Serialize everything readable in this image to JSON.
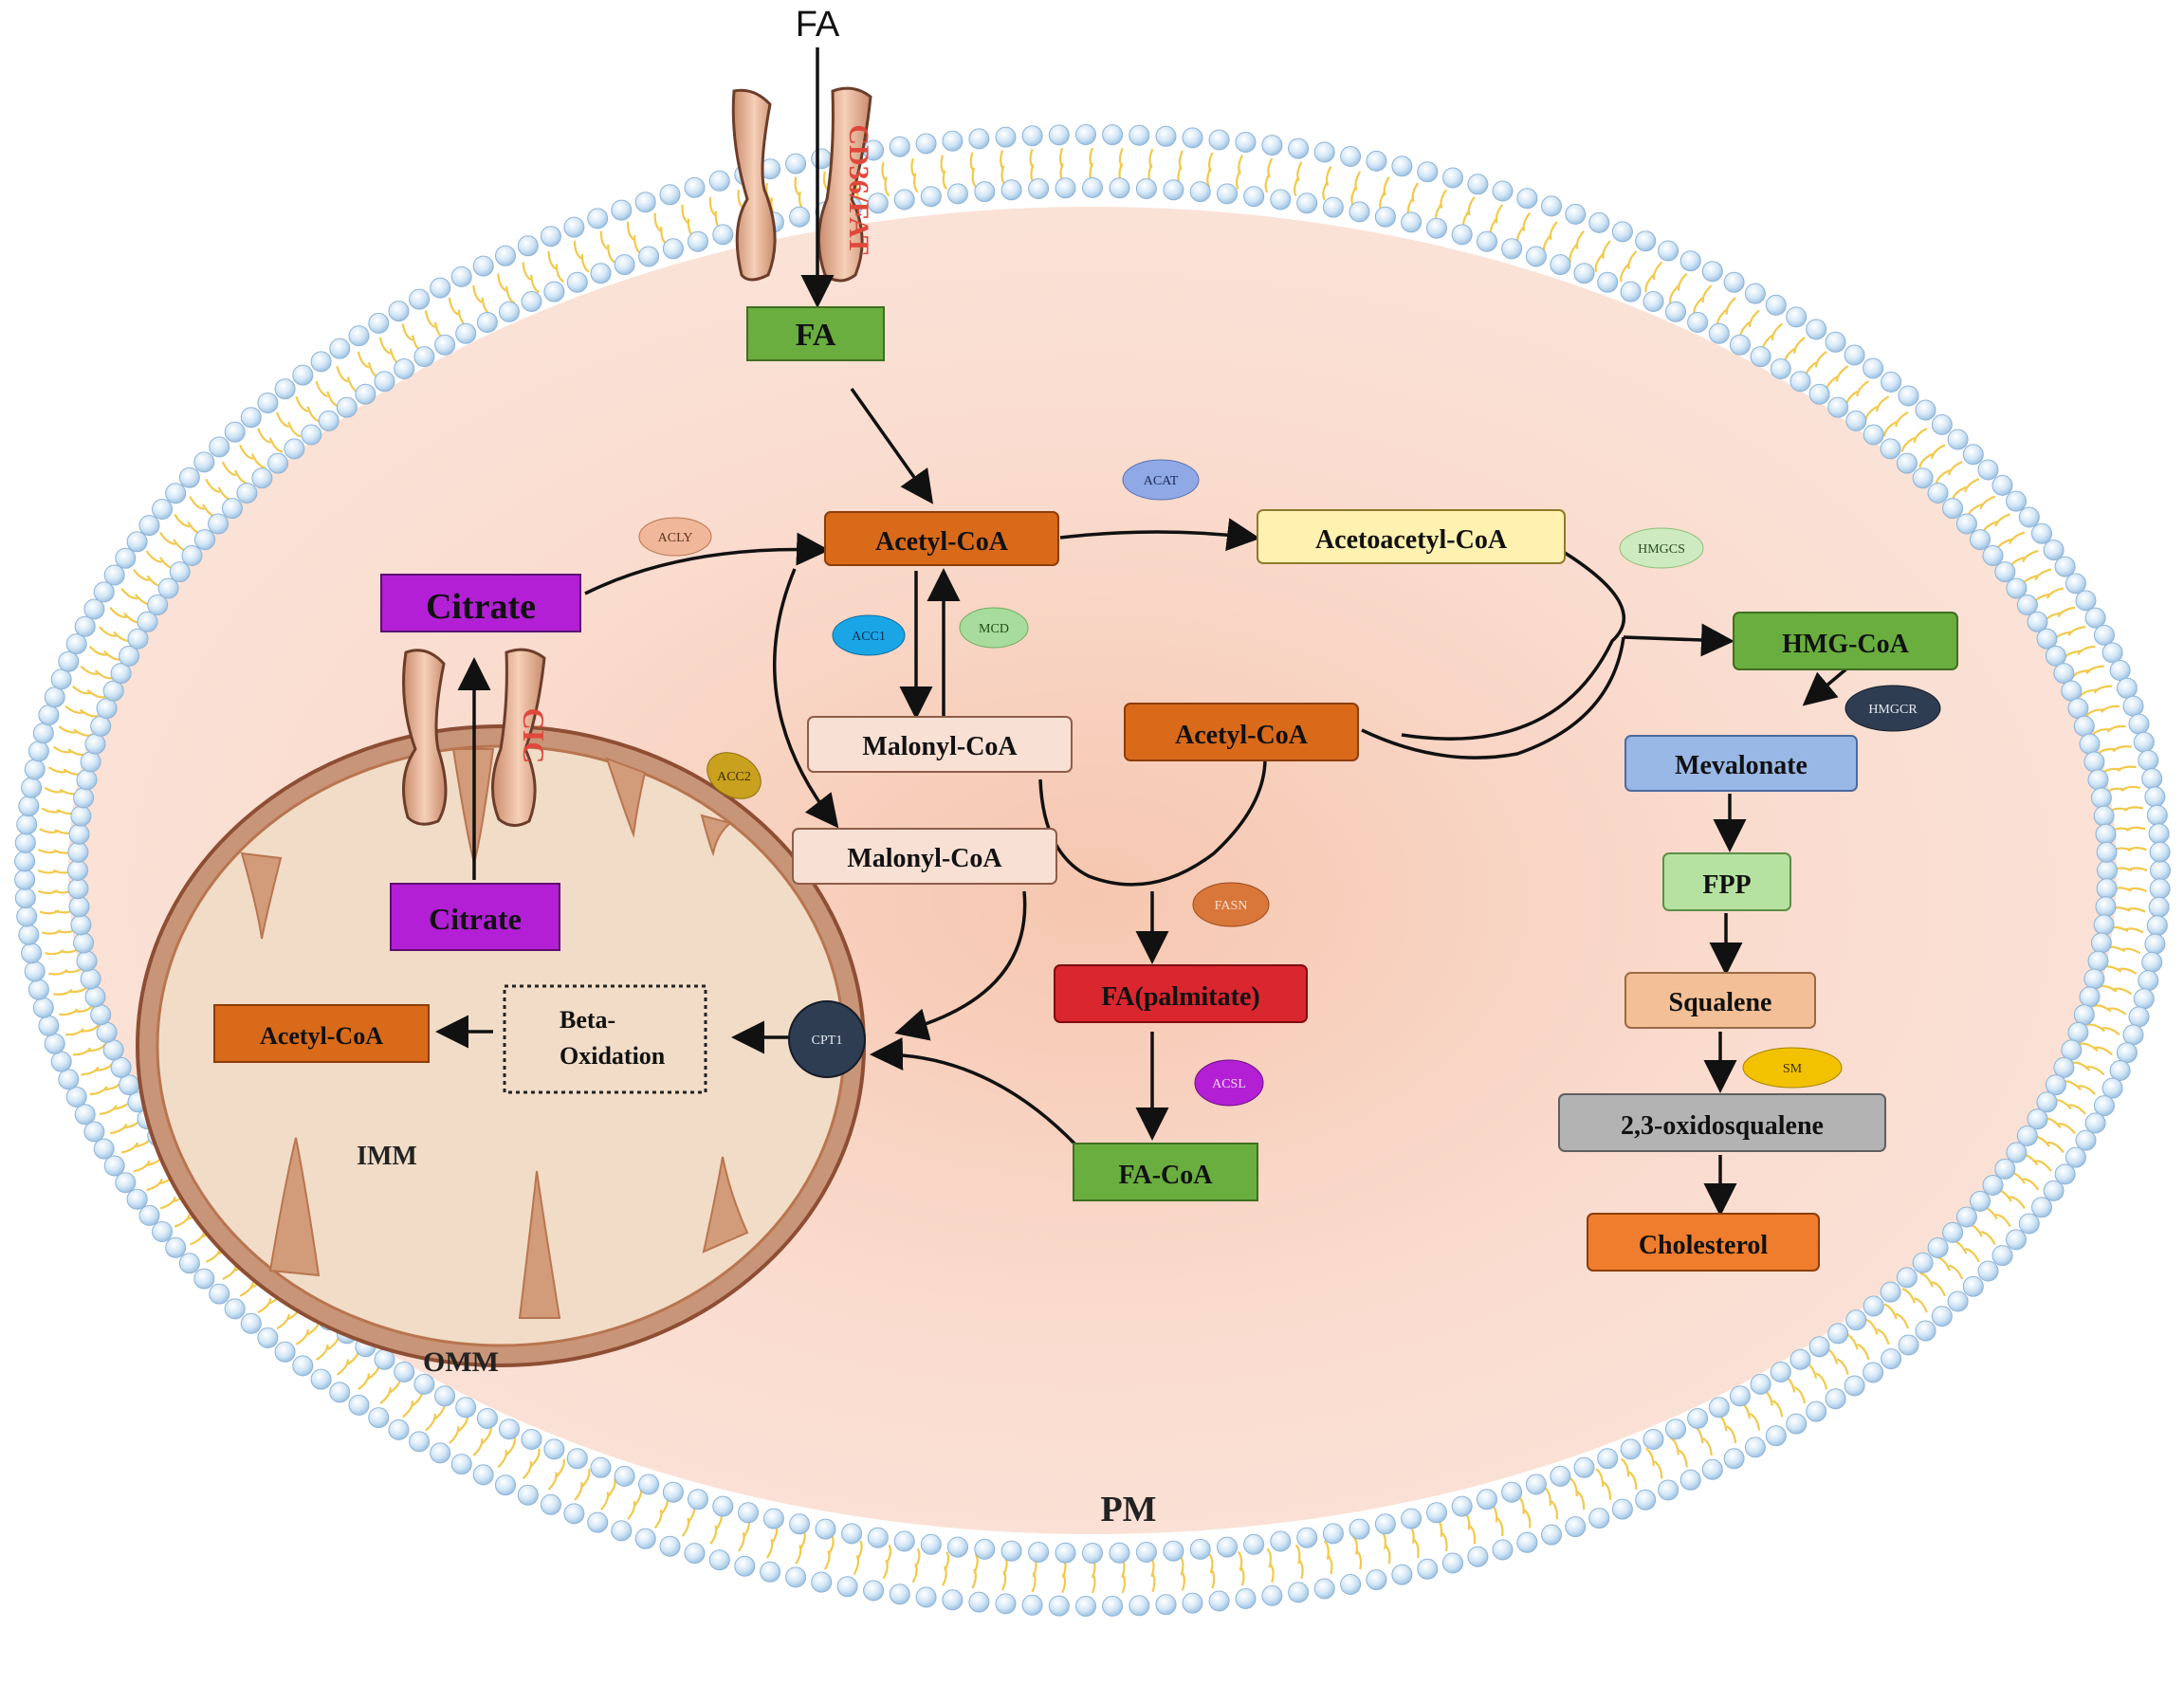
{
  "diagram": {
    "top_input_label": "FA",
    "transporter_cd36": "CD36/FAT",
    "transporter_cic": "CIC",
    "membrane_labels": {
      "omm": "OMM",
      "imm": "IMM",
      "pm": "PM"
    },
    "boxes": {
      "fa_in": "FA",
      "acetyl_coa_main": "Acetyl-CoA",
      "acetoacetyl_coa": "Acetoacetyl-CoA",
      "citrate_top": "Citrate",
      "citrate_mito": "Citrate",
      "malonyl_coa_1": "Malonyl-CoA",
      "malonyl_coa_2": "Malonyl-CoA",
      "acetyl_coa_2": "Acetyl-CoA",
      "hmg_coa": "HMG-CoA",
      "mevalonate": "Mevalonate",
      "fpp": "FPP",
      "squalene": "Squalene",
      "oxidosqualene": "2,3-oxidosqualene",
      "cholesterol": "Cholesterol",
      "fa_palmitate": "FA(palmitate)",
      "fa_coa": "FA-CoA",
      "acetyl_coa_mito": "Acetyl-CoA",
      "beta_oxidation_1": "Beta-",
      "beta_oxidation_2": "Oxidation"
    },
    "enzymes": {
      "acly": "ACLY",
      "acat": "ACAT",
      "hmgcs": "HMGCS",
      "acc1": "ACC1",
      "mcd": "MCD",
      "acc2": "ACC2",
      "hmgcr": "HMGCR",
      "fasn": "FASN",
      "cpt1": "CPT1",
      "acsl": "ACSL",
      "sm": "SM"
    },
    "colors": {
      "cell_fill": "#f9d8cc",
      "membrane_head": "#cfe4f5",
      "membrane_tail": "#f2c94c",
      "mito_fill": "#f2dcc8",
      "mito_outline": "#b06a48",
      "orange_box": "#d96a1a",
      "green_box": "#6aae3f",
      "purple_box": "#b31fd4",
      "light_box": "#f9e0d4",
      "yellow_box": "#fff1b0",
      "blue_box": "#9ab8e6",
      "light_green_box": "#b6e2a1",
      "peach_box": "#f3bf96",
      "gray_box": "#b3b3b3",
      "red_box": "#d9262f"
    }
  }
}
